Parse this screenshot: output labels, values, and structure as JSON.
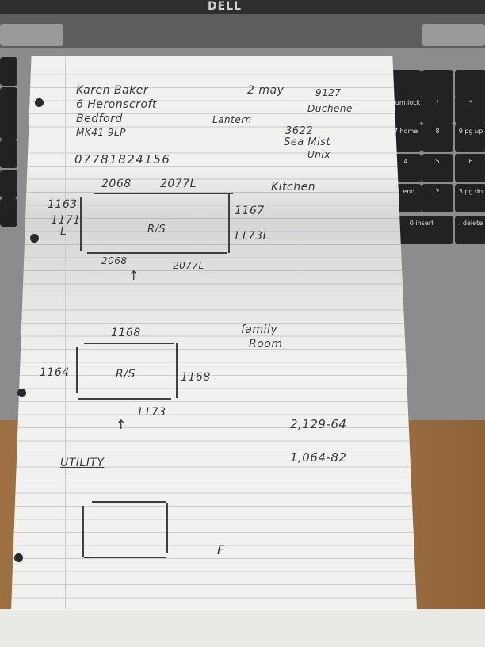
{
  "laptop": {
    "brand": "DELL"
  },
  "keys": [
    {
      "label": "num lock"
    },
    {
      "label": "/"
    },
    {
      "label": "*"
    },
    {
      "label": "7 home"
    },
    {
      "label": "8"
    },
    {
      "label": "9 pg up"
    },
    {
      "label": "4"
    },
    {
      "label": "5"
    },
    {
      "label": "6"
    },
    {
      "label": "1 end"
    },
    {
      "label": "2"
    },
    {
      "label": "3 pg dn"
    },
    {
      "label": "0 insert"
    },
    {
      "label": ". delete"
    }
  ],
  "note": {
    "customer": {
      "name": "Karen Baker",
      "address1": "6 Heronscroft",
      "town": "Bedford",
      "postcode": "MK41 9LP",
      "phone": "07781824156"
    },
    "date": "2 may",
    "right_top": [
      "9127",
      "Duchene"
    ],
    "center": "Lantern",
    "right_mid": [
      "3622",
      "Sea Mist",
      "Unix"
    ],
    "kitchen": {
      "label": "Kitchen",
      "top": [
        "2068",
        "2077L"
      ],
      "left": [
        "1163",
        "1171",
        "L"
      ],
      "right": [
        "1167",
        "1173L"
      ],
      "center": "R/S",
      "bottom": [
        "2068",
        "2077L"
      ],
      "arrow": "↑"
    },
    "family_room": {
      "label": [
        "family",
        "Room"
      ],
      "top": "1168",
      "left": "1164",
      "right": "1168",
      "center": "R/S",
      "bottom": "1173",
      "arrow": "↑"
    },
    "totals": [
      "2,129-64",
      "1,064-82"
    ],
    "utility": {
      "label": "UTILITY",
      "mark": "F"
    }
  }
}
